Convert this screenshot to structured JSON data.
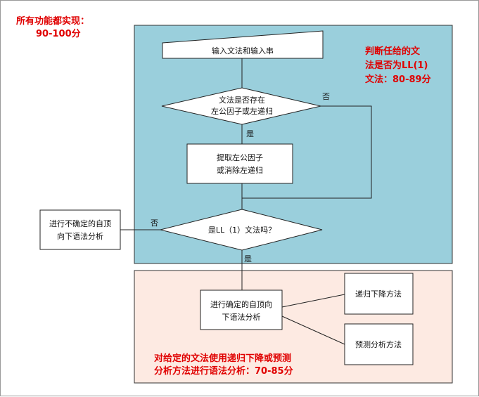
{
  "colors": {
    "accent_red": "#e00000",
    "top_panel_fill": "#9acfdc",
    "bottom_panel_fill": "#fdeae2",
    "node_fill": "#ffffff",
    "stroke": "#222222"
  },
  "labels": {
    "all_features": "所有功能都实现：",
    "all_features_score": "90-100分",
    "ll1_judge_line1": "判断任给的文",
    "ll1_judge_line2": "法是否为LL(1)",
    "ll1_judge_line3": "文法：80-89分",
    "rd_analysis_line1": "对给定的文法使用递归下降或预测",
    "rd_analysis_line2": "分析方法进行语法分析：70-85分"
  },
  "nodes": {
    "input": "输入文法和输入串",
    "check_line1": "文法是否存在",
    "check_line2": "左公因子或左递归",
    "extract_line1": "提取左公因子",
    "extract_line2": "或消除左递归",
    "is_ll1": "是LL（1）文法吗？",
    "nondet_line1": "进行不确定的自顶",
    "nondet_line2": "向下语法分析",
    "det_line1": "进行确定的自顶向",
    "det_line2": "下语法分析",
    "recursive": "递归下降方法",
    "predictive": "预测分析方法"
  },
  "edges": {
    "check_no": "否",
    "check_yes": "是",
    "ll1_no": "否",
    "ll1_yes": "是"
  }
}
